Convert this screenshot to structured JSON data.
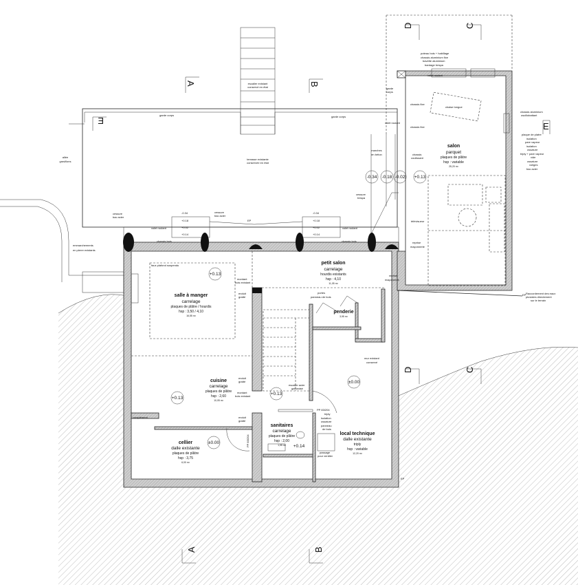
{
  "rooms": {
    "salon": {
      "name": "salon",
      "floor": "parquet",
      "ceiling": "plaques de plâtre",
      "hsp": "hsp : variable",
      "area": "25,20 m²"
    },
    "salle": {
      "name": "salle à manger",
      "floor": "carrelage",
      "ceiling": "plaques de plâtre / hourdis",
      "hsp": "hsp : 3,50 / 4,10",
      "area": "16,55 m²"
    },
    "petit_salon": {
      "name": "petit salon",
      "floor": "carrelage",
      "ceiling": "hourdis existants",
      "hsp": "hsp : 4,10",
      "area": "11,05 m²"
    },
    "penderie": {
      "name": "penderie",
      "area": "3,95 m²"
    },
    "cuisine": {
      "name": "cuisine",
      "floor": "carrelage",
      "ceiling": "plaques de plâtre",
      "hsp": "hsp : 2,60",
      "area": "10,05 m²"
    },
    "cellier": {
      "name": "cellier",
      "floor": "dalle existante",
      "ceiling": "plaques de plâtre",
      "hsp": "hsp : 3,75",
      "area": "6,00 m²"
    },
    "sanitaires": {
      "name": "sanitaires",
      "floor": "carrelage",
      "ceiling": "plaques de plâtre",
      "hsp": "hsp : 2,00",
      "area": "1,95 m²"
    },
    "local": {
      "name": "local technique",
      "floor": "dalle existante",
      "ceiling": "triply",
      "hsp": "hsp : variable",
      "area": "12,20 m²"
    }
  },
  "levels": [
    "+0.13",
    "+0.13",
    "±0.00",
    "+0.13",
    "±0.00",
    "-0.34",
    "-0.18",
    "-0.02",
    "+0.13",
    "+0.14"
  ],
  "section_marks": {
    "a": "A",
    "b": "B",
    "c": "C",
    "d": "D",
    "e": "E"
  },
  "annotations": {
    "escalier_existant": [
      "escalier existant",
      "conservé en état"
    ],
    "garde_corps": "garde corps",
    "terrasse": [
      "terrasse existante",
      "conservée en état"
    ],
    "allee": [
      "allée",
      "gravillons"
    ],
    "marches": [
      "marches",
      "en béton"
    ],
    "emmarchements": [
      "emmarchements",
      "en pierre existants"
    ],
    "cessure_bac": [
      "cessure",
      "bac acier"
    ],
    "cessure_trespa": [
      "cessure",
      "trespa"
    ],
    "ep": "EP",
    "volet_roulant": "volet roulant",
    "chassis_bois": "chassis bois",
    "chassis_fixe": "chassis fixe",
    "chassis_coulissant": [
      "chassis",
      "coulissant"
    ],
    "chaise_longue": "chaise longue",
    "garde_corps2": [
      "garde",
      "corps"
    ],
    "poteau": "poteau bois + habillage",
    "chassis_alu_fixe": "chassis aluminium fixe",
    "bavette": "bavette aluminium",
    "bardage_trespa": "bardage trespa",
    "chassis_alu_osc": [
      "chassis aluminium",
      "oscillobattant"
    ],
    "wall_layers": [
      "plaque de platre",
      "isolation",
      "pare vapeur",
      "isolation",
      "ossature",
      "triply + pare vapeur",
      "vide",
      "ossature",
      "voliges",
      "bac acier"
    ],
    "televiseur": "télévisueur",
    "reprise": [
      "reprise",
      "maçonnerie"
    ],
    "raccordement": [
      "Raccordement des eaux",
      "pluviales directement",
      "sur le terrain"
    ],
    "faux_plafond": "faux plafond suspendu",
    "montant_bois": [
      "montant",
      "bois existant"
    ],
    "enduit_gratte": [
      "enduit",
      "gratté"
    ],
    "portes": [
      "portes",
      "panneau de bois"
    ],
    "mur_existant": [
      "mur existant",
      "conservé"
    ],
    "escalier_acier": [
      "escalier acier",
      "galvanisé"
    ],
    "complement": "complément",
    "pp": "PP 83/204",
    "local_layers": [
      "triply",
      "isolation",
      "ossature",
      "panneau",
      "de bois"
    ],
    "passage": [
      "passage",
      "pour ventiler"
    ],
    "levels_terrace": [
      "-0.34",
      "+0.18",
      "+0.02",
      "+0.14"
    ],
    "ep_small": "EP"
  }
}
